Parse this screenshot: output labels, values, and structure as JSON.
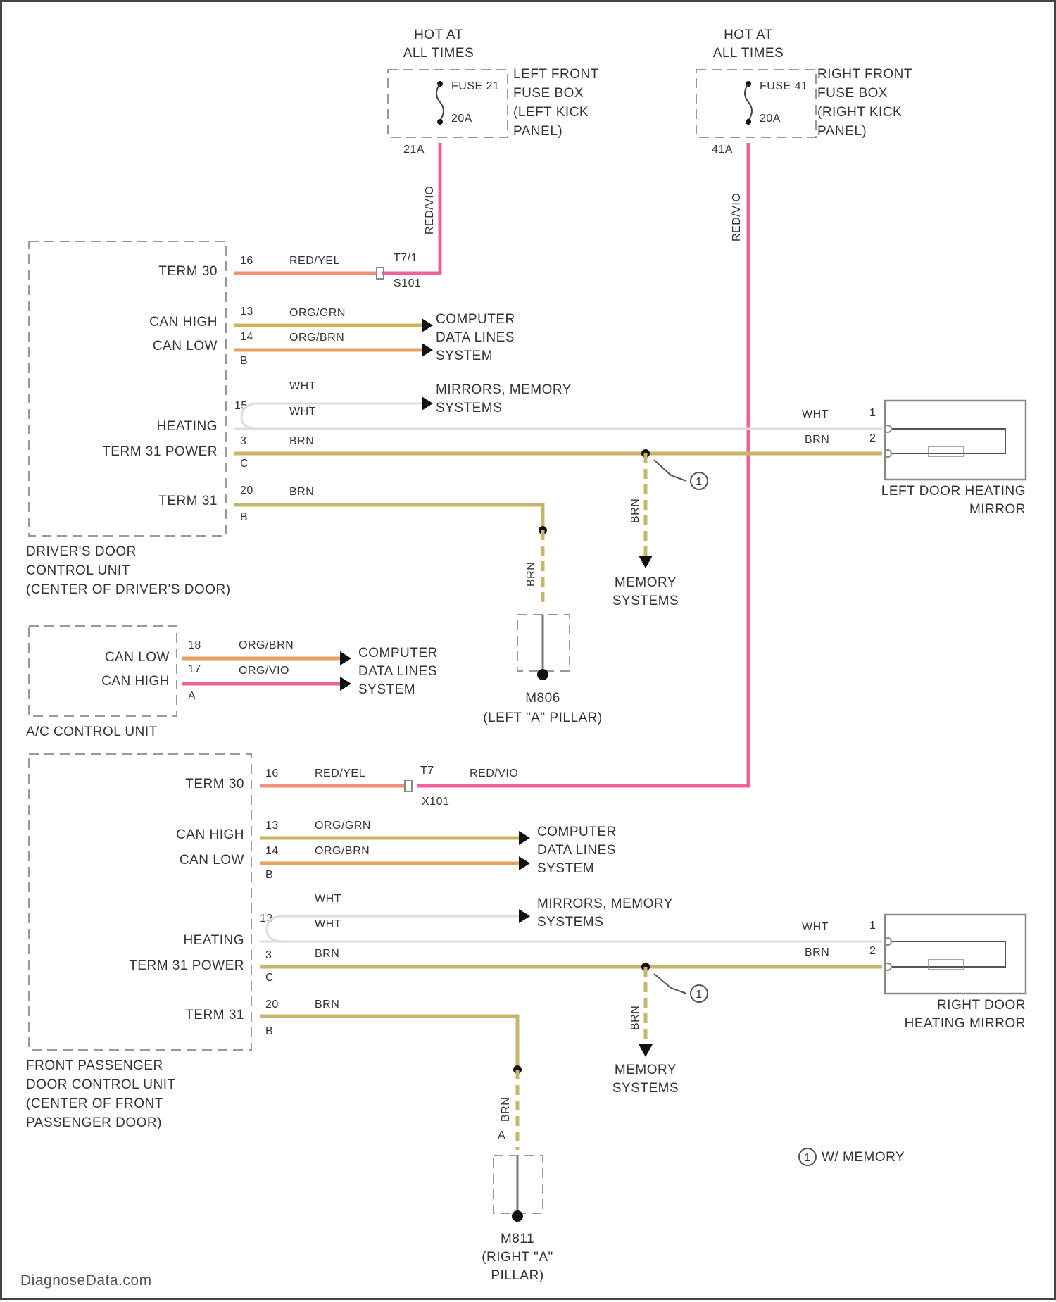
{
  "fuse_left": {
    "supply": [
      "HOT AT",
      "ALL TIMES"
    ],
    "fuse": "FUSE 21",
    "rating": "20A",
    "location": [
      "LEFT FRONT",
      "FUSE BOX",
      "(LEFT KICK",
      "PANEL)"
    ],
    "terminal": "21A"
  },
  "fuse_right": {
    "supply": [
      "HOT AT",
      "ALL TIMES"
    ],
    "fuse": "FUSE 41",
    "rating": "20A",
    "location": [
      "RIGHT FRONT",
      "FUSE BOX",
      "(RIGHT KICK",
      "PANEL)"
    ],
    "terminal": "41A"
  },
  "wire_colors": {
    "red_vio": "RED/VIO",
    "red_yel": "RED/YEL",
    "org_grn": "ORG/GRN",
    "org_brn": "ORG/BRN",
    "org_vio": "ORG/VIO",
    "wht": "WHT",
    "brn": "BRN"
  },
  "driver_unit": {
    "name": [
      "DRIVER'S DOOR",
      "CONTROL UNIT",
      "(CENTER OF DRIVER'S DOOR)"
    ],
    "pins": {
      "term30": {
        "label": "TERM 30",
        "pin": "16"
      },
      "can_high": {
        "label": "CAN HIGH",
        "pin": "13"
      },
      "can_low": {
        "label": "CAN LOW",
        "pin": "14"
      },
      "heating": {
        "label": "HEATING",
        "pin": "15"
      },
      "term31p": {
        "label": "TERM 31 POWER",
        "pin": "3"
      },
      "term31": {
        "label": "TERM 31",
        "pin": "20"
      }
    },
    "connector_b": "B",
    "connector_c": "C",
    "splice": "T7/1",
    "splice_id": "S101"
  },
  "ac_unit": {
    "name": "A/C CONTROL UNIT",
    "pins": {
      "can_low": {
        "label": "CAN LOW",
        "pin": "18"
      },
      "can_high": {
        "label": "CAN HIGH",
        "pin": "17"
      }
    },
    "connector": "A"
  },
  "passenger_unit": {
    "name": [
      "FRONT PASSENGER",
      "DOOR CONTROL UNIT",
      "(CENTER OF FRONT",
      "PASSENGER DOOR)"
    ],
    "pins": {
      "term30": {
        "label": "TERM 30",
        "pin": "16"
      },
      "can_high": {
        "label": "CAN HIGH",
        "pin": "13"
      },
      "can_low": {
        "label": "CAN LOW",
        "pin": "14"
      },
      "heating": {
        "label": "HEATING",
        "pin": "13"
      },
      "term31p": {
        "label": "TERM 31 POWER",
        "pin": "3"
      },
      "term31": {
        "label": "TERM 31",
        "pin": "20"
      }
    },
    "connector_b": "B",
    "connector_c": "C",
    "splice": "T7",
    "splice_id": "X101"
  },
  "destinations": {
    "computer_data": [
      "COMPUTER",
      "DATA LINES",
      "SYSTEM"
    ],
    "mirrors_memory": [
      "MIRRORS, MEMORY",
      "SYSTEMS"
    ],
    "memory_systems": [
      "MEMORY",
      "SYSTEMS"
    ]
  },
  "left_mirror": {
    "name": [
      "LEFT DOOR HEATING",
      "MIRROR"
    ],
    "pin1": "1",
    "pin2": "2"
  },
  "right_mirror": {
    "name": [
      "RIGHT DOOR",
      "HEATING MIRROR"
    ],
    "pin1": "1",
    "pin2": "2"
  },
  "grounds": {
    "left": {
      "id": "M806",
      "location": "(LEFT \"A\" PILLAR)"
    },
    "right": {
      "id": "M811",
      "location": [
        "(RIGHT \"A\"",
        "PILLAR)"
      ]
    }
  },
  "legend": {
    "symbol": "1",
    "text": "W/ MEMORY"
  },
  "watermark": "DiagnoseData.com"
}
